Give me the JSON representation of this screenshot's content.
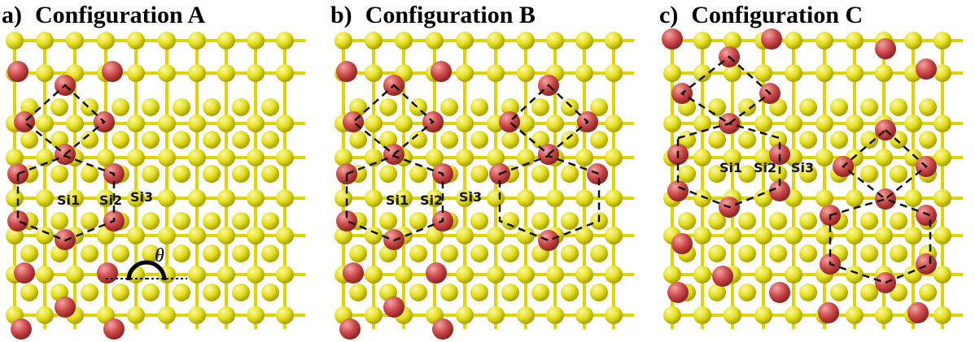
{
  "panels": [
    {
      "letter": "a)",
      "title": "Configuration A"
    },
    {
      "letter": "b)",
      "title": "Configuration B"
    },
    {
      "letter": "c)",
      "title": "Configuration C"
    }
  ],
  "labels": {
    "si1": "Si1",
    "si2": "Si2",
    "si3": "Si3",
    "theta": "θ"
  },
  "colors": {
    "si_atom": "#e6e01c",
    "o_atom": "#cf4a4a",
    "bond": "#e0d400",
    "dashed": "#111111"
  }
}
